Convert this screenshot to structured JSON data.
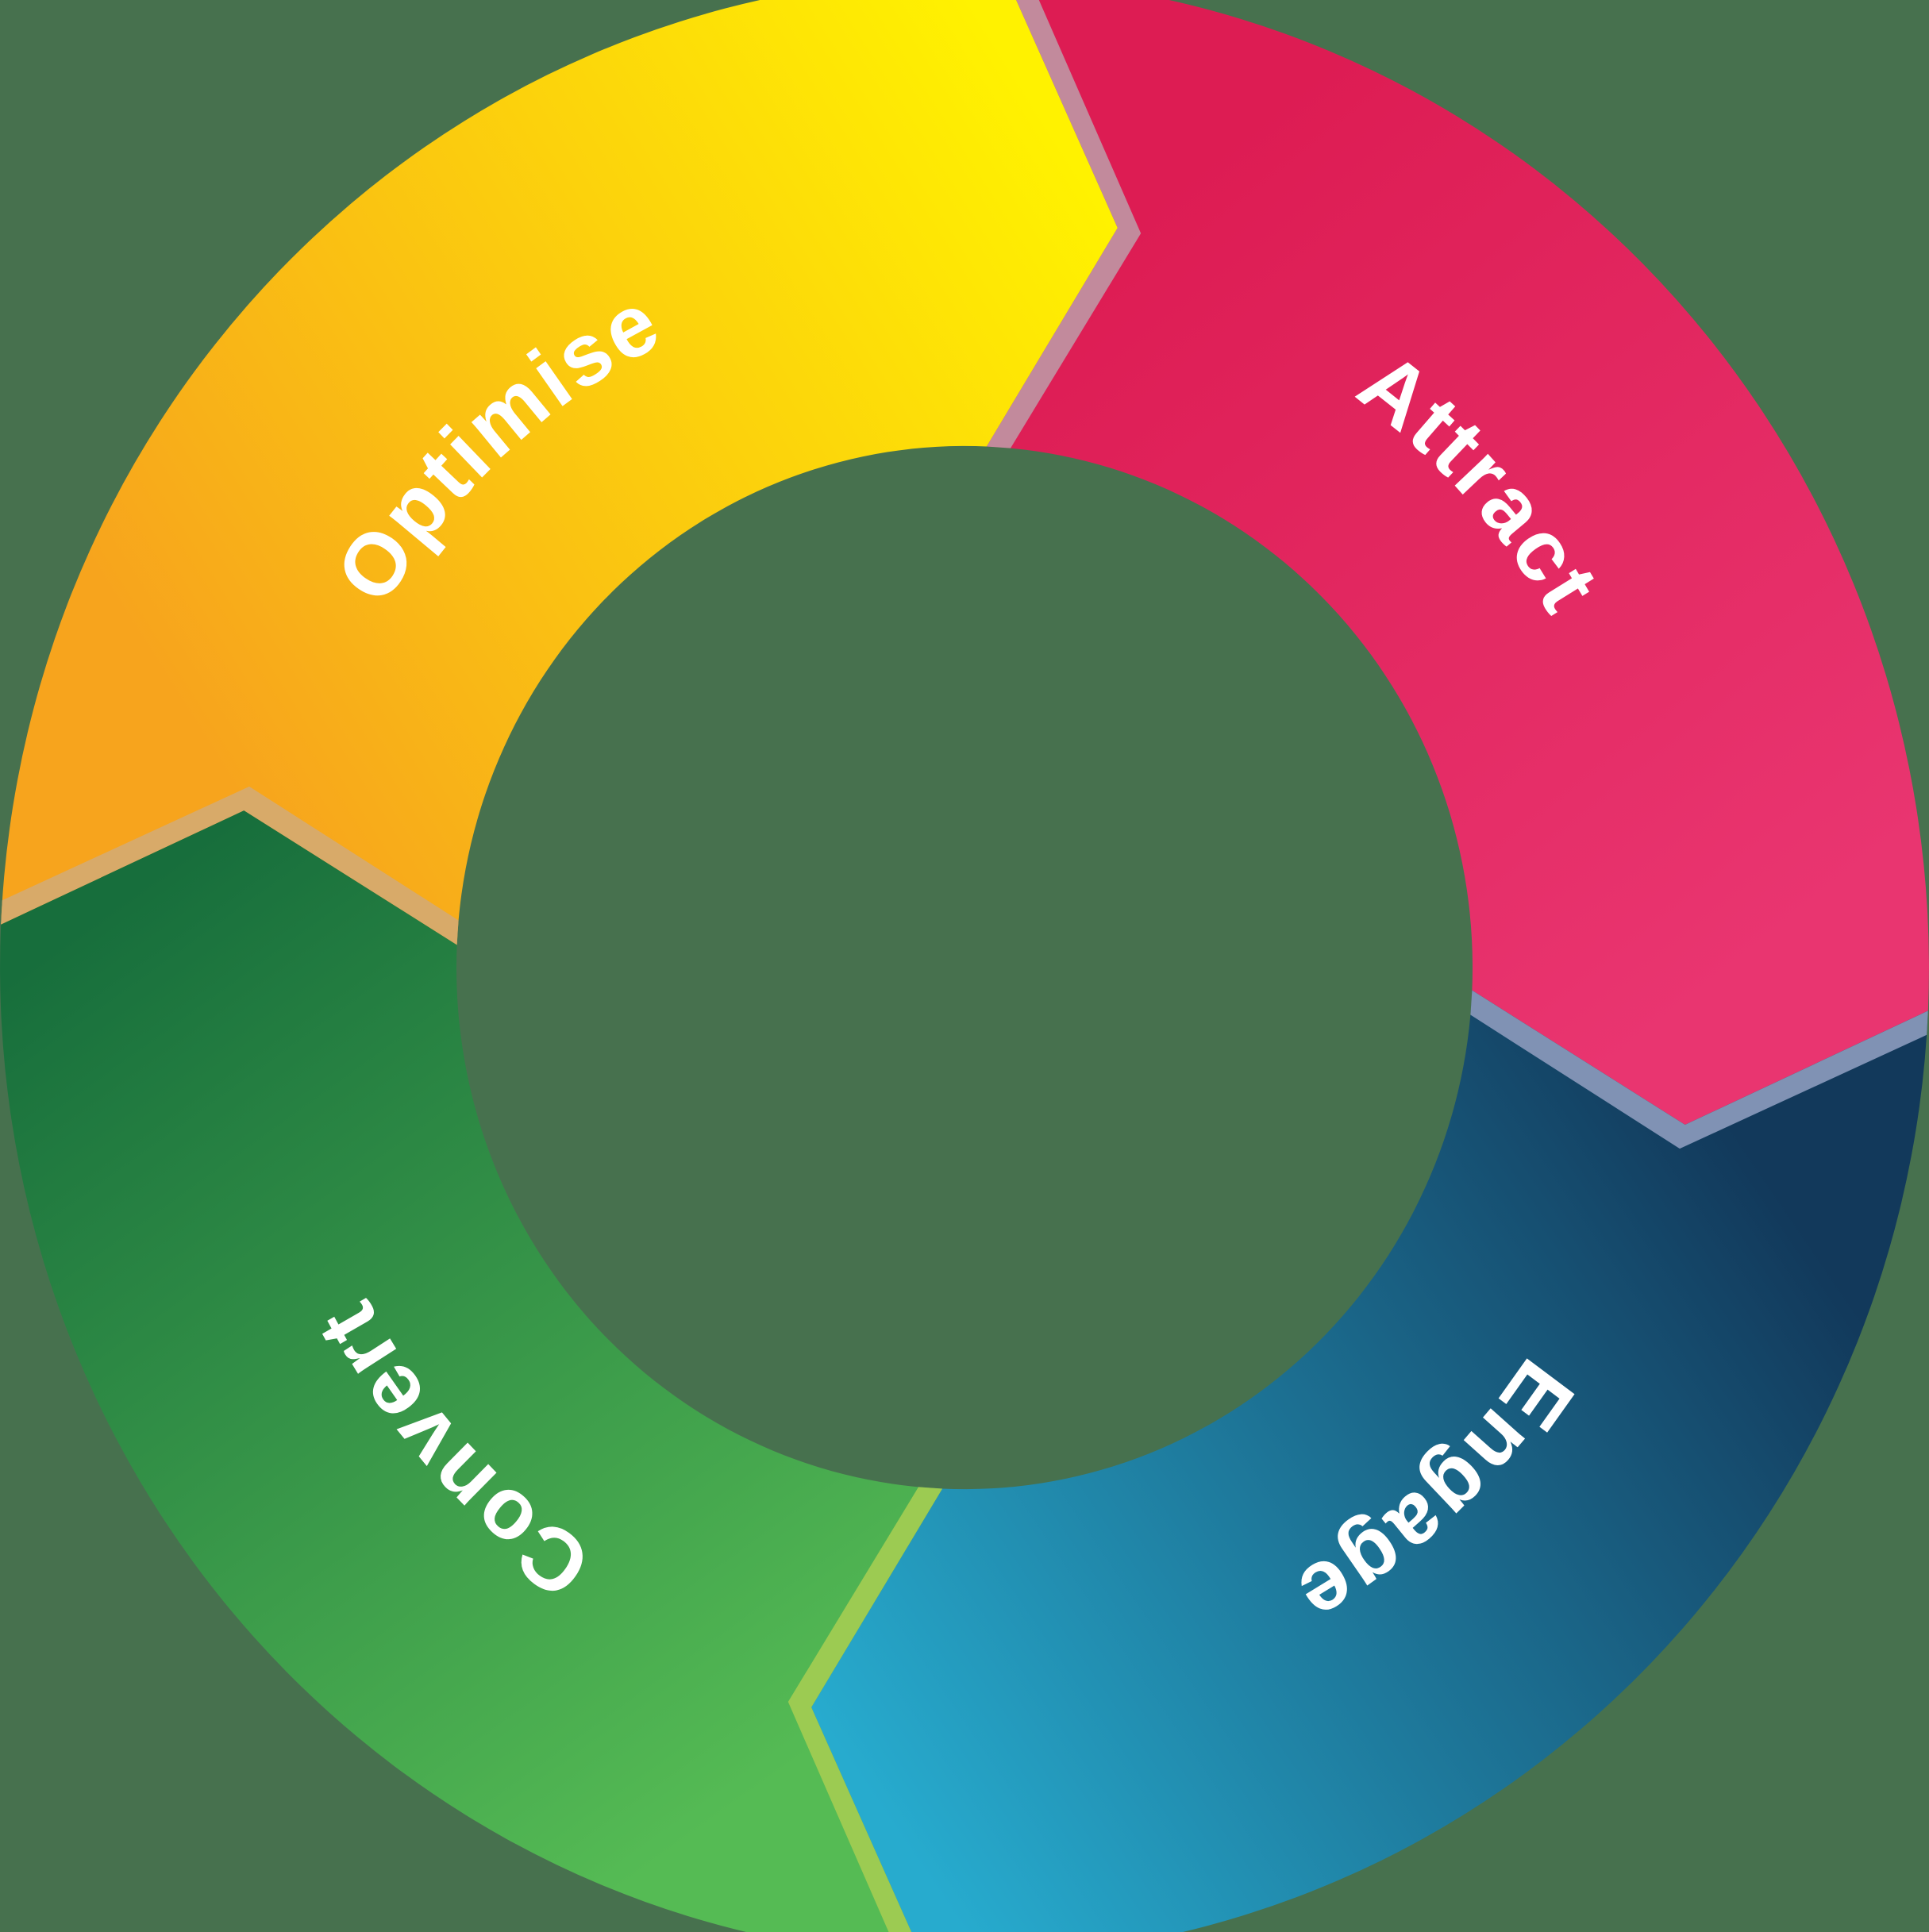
{
  "diagram": {
    "title": "marketing-lifecycle-cycle",
    "type": "cycle",
    "direction": "clockwise",
    "background_color": "#47714E",
    "text_color": "#FFFFFF",
    "segments": [
      {
        "label": "Attract",
        "position": "top-right",
        "color_start": "#DD1C53",
        "color_end": "#E93570"
      },
      {
        "label": "Engage",
        "position": "bottom-right",
        "color_start": "#12395B",
        "color_end": "#27ABCE"
      },
      {
        "label": "Convert",
        "position": "bottom-left",
        "color_start": "#55BB54",
        "color_end": "#176E3C"
      },
      {
        "label": "Optimise",
        "position": "top-left",
        "color_start": "#F7A41D",
        "color_end": "#FFF200"
      }
    ],
    "junction_shadows": [
      {
        "after": "Optimise",
        "over": "Attract",
        "color": "#C28A9C"
      },
      {
        "after": "Attract",
        "over": "Engage",
        "color": "#8092B4"
      },
      {
        "after": "Engage",
        "over": "Convert",
        "color": "#9CCB52"
      },
      {
        "after": "Convert",
        "over": "Optimise",
        "color": "#D8AA69"
      }
    ]
  }
}
